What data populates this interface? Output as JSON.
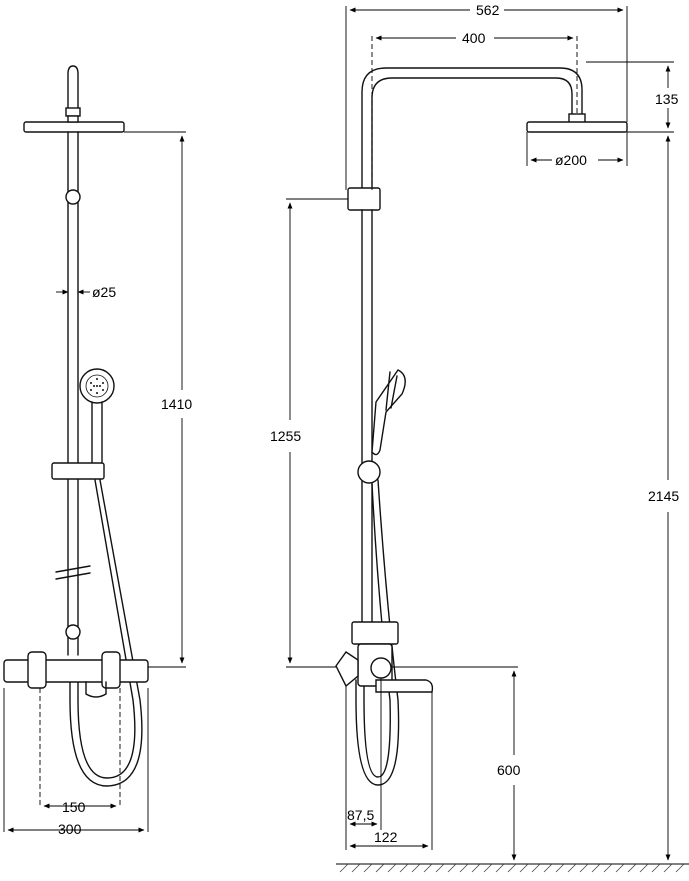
{
  "front_view": {
    "dims": {
      "pipe_diameter": "ø25",
      "slide_rail_height": "1410",
      "inlet_spacing": "150",
      "mixer_width": "300"
    }
  },
  "side_view": {
    "dims": {
      "total_width": "562",
      "arm_projection": "400",
      "head_drop": "135",
      "head_diameter": "ø200",
      "rail_height": "1255",
      "total_height": "2145",
      "mixer_height": "600",
      "mixer_depth": "87,5",
      "spout_depth": "122"
    }
  }
}
